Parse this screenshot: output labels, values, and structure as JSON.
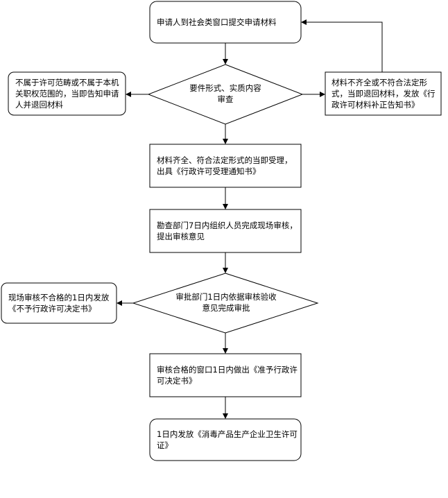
{
  "nodes": {
    "submit": "申请人到社会类窗口提交申请材料",
    "review": "要件形式、实质内容审查",
    "reject_scope": "不属于许可范畴或不属于本机关职权范围的，当即告知申请人并退回材料",
    "incomplete": "材料不齐全或不符合法定形式，当即退回材料，发放《行政许可材料补正告知书》",
    "accept": "材料齐全、符合法定形式的当即受理，出具《行政许可受理通知书》",
    "inspect": "勘查部门7日内组织人员完成现场审核，提出审核意见",
    "approve": "审批部门1日内依据审核验收意见完成审批",
    "deny": "现场审核不合格的1日内发放《不予行政许可决定书》",
    "decide": "审核合格的窗口1日内做出《准予行政许可决定书》",
    "license": "1日内发放《消毒产品生产企业卫生许可证》"
  }
}
